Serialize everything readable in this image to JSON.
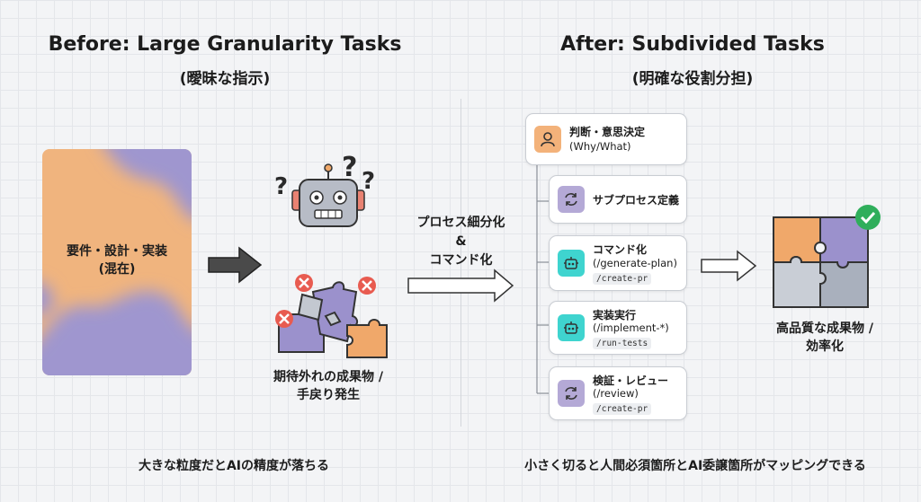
{
  "left": {
    "title": "Before: Large Granularity Tasks",
    "subtitle": "(曖昧な指示)",
    "block_label_line1": "要件・設計・実装",
    "block_label_line2": "(混在)",
    "result_line1": "期待外れの成果物 /",
    "result_line2": "手戻り発生",
    "bottom_caption": "大きな粒度だとAIの精度が落ちる"
  },
  "middle": {
    "line1": "プロセス細分化",
    "line2": "&",
    "line3": "コマンド化"
  },
  "right": {
    "title": "After: Subdivided Tasks",
    "subtitle": "(明確な役割分担)",
    "steps": [
      {
        "title": "判断・意思決定",
        "subtitle": "(Why/What)",
        "code": "",
        "icon": "person-icon",
        "color": "#f3b27a"
      },
      {
        "title": "サブプロセス定義",
        "subtitle": "",
        "code": "",
        "icon": "refresh-icon",
        "color": "#b4a9d6"
      },
      {
        "title": "コマンド化",
        "subtitle": "(/generate-plan)",
        "code": "/create-pr",
        "icon": "robot-icon",
        "color": "#3fd4cf"
      },
      {
        "title": "実装実行",
        "subtitle": "(/implement-*)",
        "code": "/run-tests",
        "icon": "robot-icon",
        "color": "#3fd4cf"
      },
      {
        "title": "検証・レビュー",
        "subtitle": "(/review)",
        "code": "/create-pr",
        "icon": "refresh-icon",
        "color": "#b4a9d6"
      }
    ],
    "result_line1": "高品質な成果物 /",
    "result_line2": "効率化",
    "bottom_caption": "小さく切ると人間必須箇所とAI委譲箇所がマッピングできる"
  }
}
